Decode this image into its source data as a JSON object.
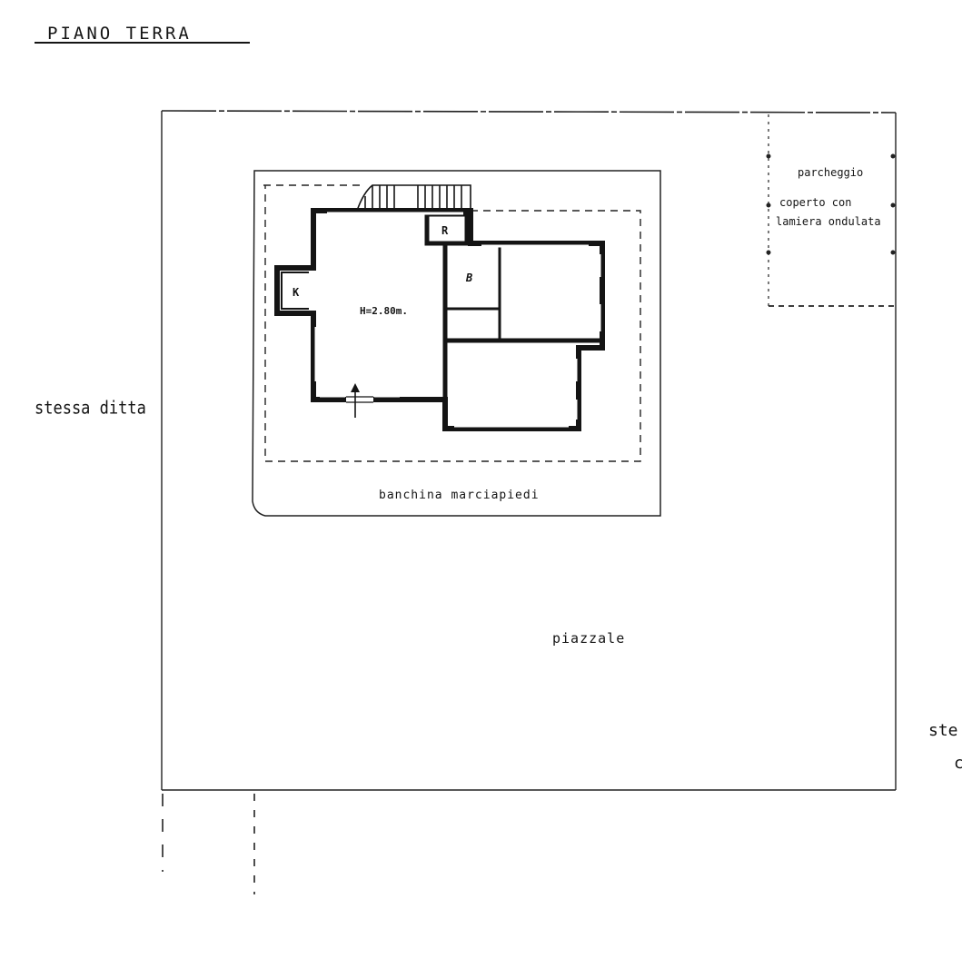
{
  "drawing": {
    "title": "PIANO TERRA",
    "type": "floor plan - ground floor",
    "line_color": "#141414",
    "paper_color": "#ffffff"
  },
  "labels": {
    "left_neighbor": "stessa ditta",
    "right_neighbor_line1": "ste",
    "right_neighbor_line2": "c",
    "parking_line1": "parcheggio",
    "parking_line2": "coperto con",
    "parking_line3": "lamiera ondulata",
    "sidewalk": "banchina marciapiedi",
    "yard": "piazzale"
  },
  "rooms": {
    "kitchen": "K",
    "storage": "R",
    "bath": "B",
    "height_note": "H=2.80m."
  }
}
